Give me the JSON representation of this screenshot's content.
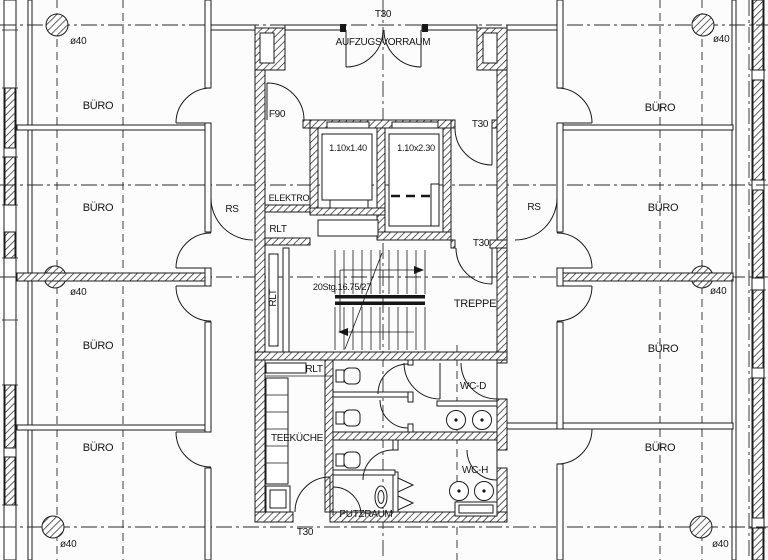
{
  "rooms": {
    "office": "BÜRO",
    "elevator_lobby": "AUFZUGSVORRAUM",
    "electrical_room": "ELEKTRO",
    "hvac": "RLT",
    "stairs": "TREPPE",
    "tea_kitchen": "TEEKÜCHE",
    "wc_women": "WC-D",
    "wc_men": "WC-H",
    "cleaning_room": "PUTZRAUM"
  },
  "doors": {
    "t30": "T30",
    "f90": "F90",
    "rs": "RS"
  },
  "dims": {
    "column": "ø40",
    "elevator_small": "1.10x1.40",
    "elevator_large": "1.10x2.30",
    "stair_note": "20Stg.16.75/27"
  },
  "colors": {
    "paper": "#fcfcfc",
    "ink": "#1b1b1b"
  }
}
